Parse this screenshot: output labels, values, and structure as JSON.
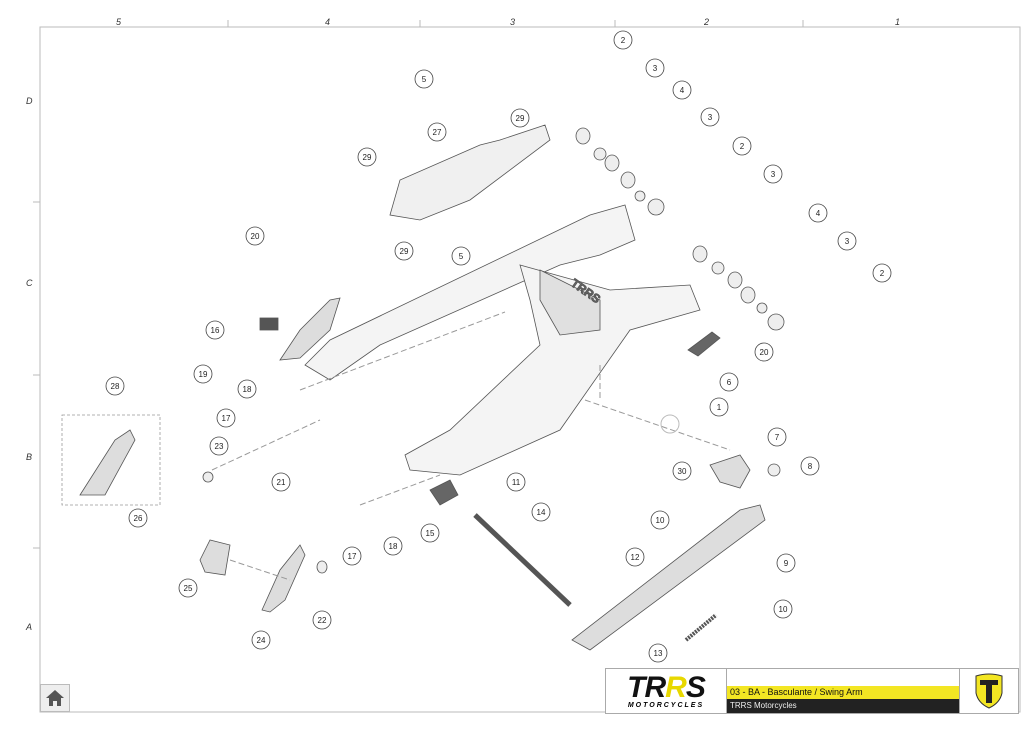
{
  "zones": {
    "columns": [
      "5",
      "4",
      "3",
      "2",
      "1"
    ],
    "rows": [
      "D",
      "C",
      "B",
      "A"
    ]
  },
  "callouts": [
    "2",
    "3",
    "4",
    "3",
    "2",
    "3",
    "4",
    "3",
    "2",
    "5",
    "29",
    "27",
    "29",
    "29",
    "5",
    "20",
    "16",
    "19",
    "18",
    "17",
    "20",
    "6",
    "1",
    "7",
    "8",
    "30",
    "10",
    "11",
    "14",
    "15",
    "18",
    "17",
    "12",
    "9",
    "10",
    "13",
    "28",
    "23",
    "21",
    "26",
    "25",
    "24",
    "22"
  ],
  "title_block": {
    "logo_main_a": "TR",
    "logo_main_b": "R",
    "logo_main_c": "S",
    "logo_sub": "MOTORCYCLES",
    "drawing_name": "03 - BA - Basculante / Swing Arm",
    "company": "TRRS Motorcycles"
  },
  "colors": {
    "accent": "#f3e623",
    "dark": "#222222"
  },
  "icons": {
    "home": "home-icon"
  }
}
